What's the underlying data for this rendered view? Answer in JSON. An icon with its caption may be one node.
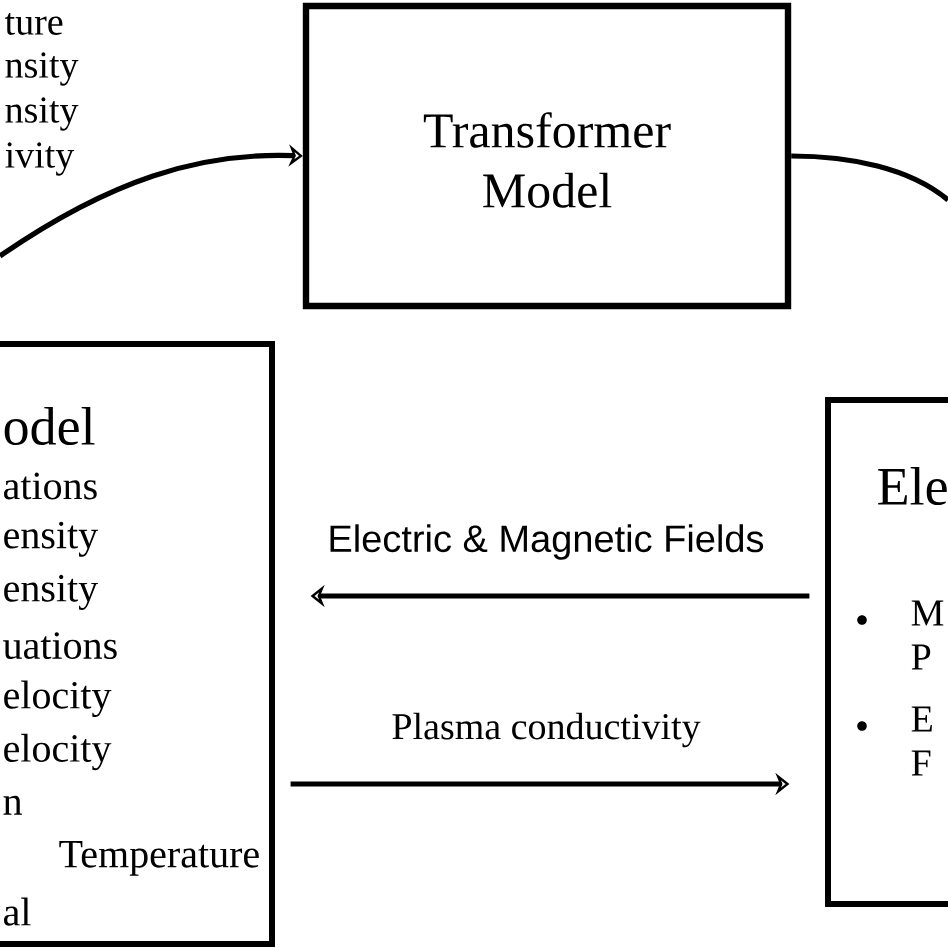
{
  "diagram": {
    "nodes": [
      {
        "text": [
          "Transformer Model"
        ]
      },
      {
        "text": [
          "odel",
          "ations",
          "ensity",
          "ensity",
          "uations",
          "elocity",
          "elocity",
          "n",
          "Temperature",
          "al"
        ]
      },
      {
        "text": [
          "Ele",
          "M P",
          "E F"
        ]
      }
    ],
    "edges": [
      {
        "from": null,
        "to": 0,
        "arrow": "to"
      },
      {
        "from": 0,
        "to": null,
        "arrow": "none"
      },
      {
        "from": 2,
        "to": 1,
        "arrow": "to",
        "label": "Electric & Magnetic Fields"
      },
      {
        "from": 1,
        "to": 2,
        "arrow": "to",
        "label": "Plasma conductivity"
      }
    ],
    "labels": [
      "ture",
      "nsity",
      "nsity",
      "ivity"
    ]
  }
}
